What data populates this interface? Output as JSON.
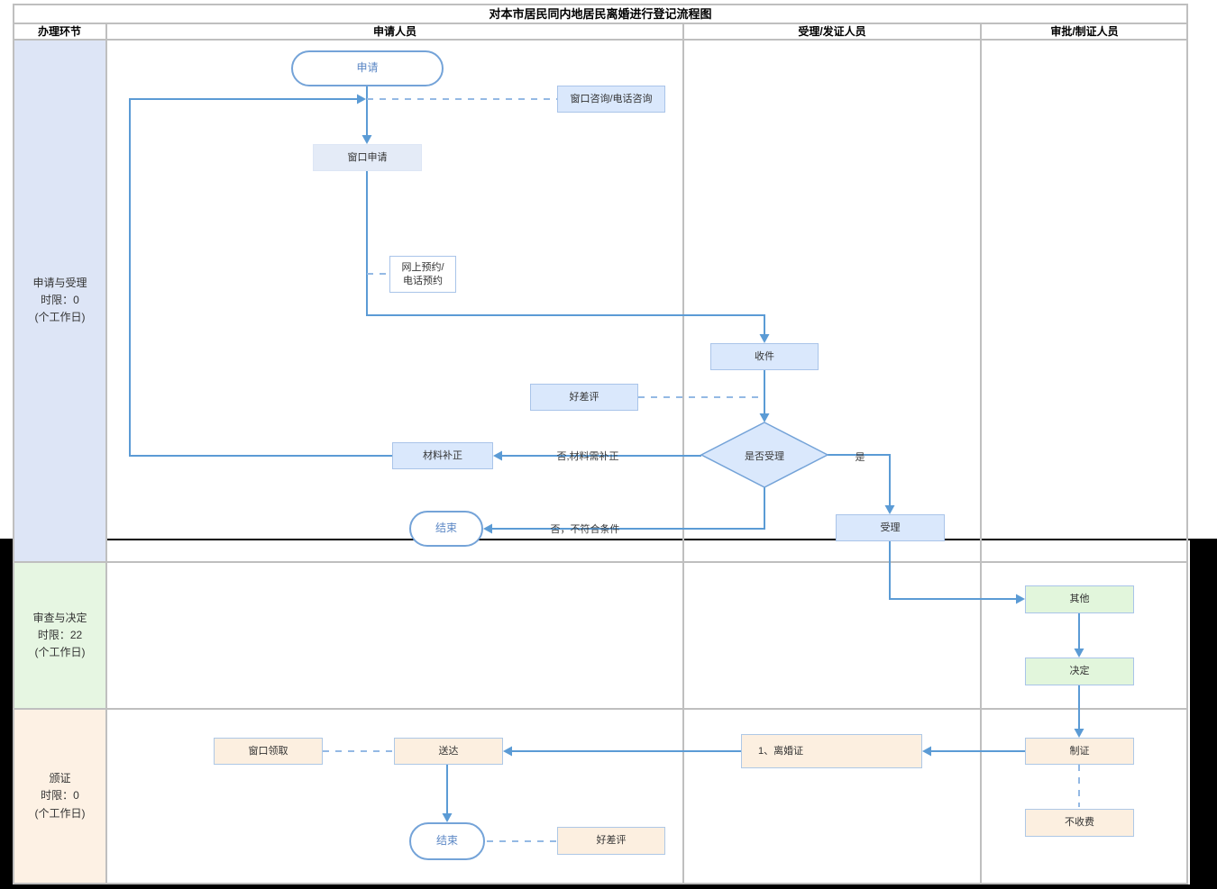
{
  "title": "对本市居民同内地居民离婚进行登记流程图",
  "columns": [
    "办理环节",
    "申请人员",
    "受理/发证人员",
    "审批/制证人员"
  ],
  "lanes": [
    {
      "name": "申请与受理",
      "limit": "时限：0",
      "unit": "(个工作日)"
    },
    {
      "name": "审查与决定",
      "limit": "时限：22",
      "unit": "(个工作日)"
    },
    {
      "name": "颁证",
      "limit": "时限：0",
      "unit": "(个工作日)"
    }
  ],
  "nodes": {
    "start": {
      "label": "申请"
    },
    "consult": {
      "label": "窗口咨询/电话咨询"
    },
    "window_apply": {
      "label": "窗口申请"
    },
    "booking": {
      "line1": "网上预约/",
      "line2": "电话预约"
    },
    "receive": {
      "label": "收件"
    },
    "review_top": {
      "label": "好差评"
    },
    "decision": {
      "label": "是否受理"
    },
    "material_fix": {
      "label": "材料补正"
    },
    "end_top": {
      "label": "结束"
    },
    "accept": {
      "label": "受理"
    },
    "other": {
      "label": "其他"
    },
    "decide": {
      "label": "决定"
    },
    "make_cert": {
      "label": "制证"
    },
    "no_fee": {
      "label": "不收费"
    },
    "divorce_cert": {
      "label": "1、离婚证"
    },
    "deliver": {
      "label": "送达"
    },
    "window_pickup": {
      "label": "窗口领取"
    },
    "end_bottom": {
      "label": "结束"
    },
    "review_bottom": {
      "label": "好差评"
    }
  },
  "edge_labels": {
    "no_fix": "否,材料需补正",
    "no_reject": "否，不符合条件",
    "yes": "是"
  },
  "colors": {
    "arrow_blue": "#5b9bd5",
    "dashed_blue": "#94b9e4",
    "node_blue_fill": "#dae8fc",
    "node_green_fill": "#e2f6dc",
    "node_orange_fill": "#fcefe0",
    "stadium_border": "#74a3d8",
    "lane1_fill": "#dde5f6",
    "lane2_fill": "#e6f6e2",
    "lane3_fill": "#fdf1e4",
    "grid_line": "#bfbfbf"
  }
}
